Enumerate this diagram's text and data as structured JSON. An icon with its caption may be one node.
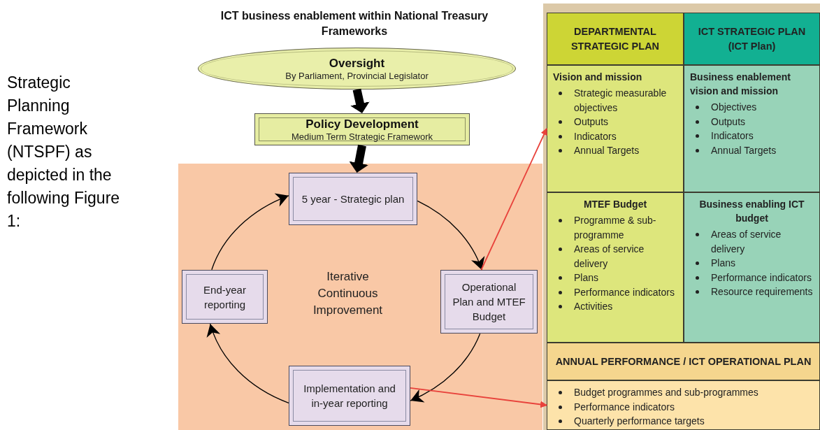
{
  "diagram": {
    "title": "ICT business enablement within National Treasury Frameworks",
    "nodes": [
      {
        "text": [
          "Oversight",
          "By Parliament, Provincial Legislator"
        ]
      },
      {
        "text": [
          "Policy Development",
          "Medium Term Strategic Framework"
        ]
      },
      {
        "text": [
          "Iterative Continuous Improvement"
        ]
      },
      {
        "text": [
          "5 year - Strategic plan"
        ],
        "in": 2
      },
      {
        "text": [
          "Operational Plan and MTEF Budget"
        ],
        "in": 2
      },
      {
        "text": [
          "Implementation and in-year reporting"
        ],
        "in": 2
      },
      {
        "text": [
          "End-year reporting"
        ],
        "in": 2
      },
      {
        "text": [],
        "shape": "box"
      },
      {
        "text": [
          "DEPARTMENTAL STRATEGIC PLAN"
        ],
        "in": 7
      },
      {
        "text": [
          "ICT STRATEGIC PLAN (ICT Plan)"
        ],
        "in": 7
      },
      {
        "text": [
          "Vision and mission",
          "Strategic measurable objectives",
          "Outputs",
          "Indicators",
          "Annual Targets"
        ],
        "in": 7
      },
      {
        "text": [
          "Business enablement vision and mission",
          "Objectives",
          "Outputs",
          "Indicators",
          "Annual Targets"
        ],
        "in": 7
      },
      {
        "text": [
          "MTEF Budget",
          "Programme & sub-programme",
          "Areas of service delivery",
          "Plans",
          "Performance indicators",
          "Activities"
        ],
        "in": 7
      },
      {
        "text": [
          "Business enabling ICT budget",
          "Areas of service delivery",
          "Plans",
          "Performance indicators",
          "Resource requirements"
        ],
        "in": 7
      },
      {
        "text": [
          "ANNUAL PERFORMANCE / ICT OPERATIONAL PLAN"
        ],
        "in": 7
      },
      {
        "text": [
          "Budget programmes and sub-programmes",
          "Performance indicators",
          "Quarterly performance targets"
        ],
        "in": 7
      }
    ],
    "edges": [
      {
        "from": 0,
        "to": 1,
        "arrow": "to",
        "style": "thick"
      },
      {
        "from": 1,
        "to": 3,
        "arrow": "to",
        "style": "thick"
      },
      {
        "from": 3,
        "to": 4,
        "arrow": "to"
      },
      {
        "from": 4,
        "to": 5,
        "arrow": "to"
      },
      {
        "from": 5,
        "to": 6,
        "arrow": "to"
      },
      {
        "from": 6,
        "to": 3,
        "arrow": "to"
      },
      {
        "from": 4,
        "to": 10,
        "arrow": "to",
        "color": "#e8423b"
      },
      {
        "from": 5,
        "to": 15,
        "arrow": "to",
        "color": "#e8423b"
      }
    ],
    "labels": [
      "Strategic Planning Framework (NTSPF) as depicted in the following Figure 1:"
    ]
  }
}
